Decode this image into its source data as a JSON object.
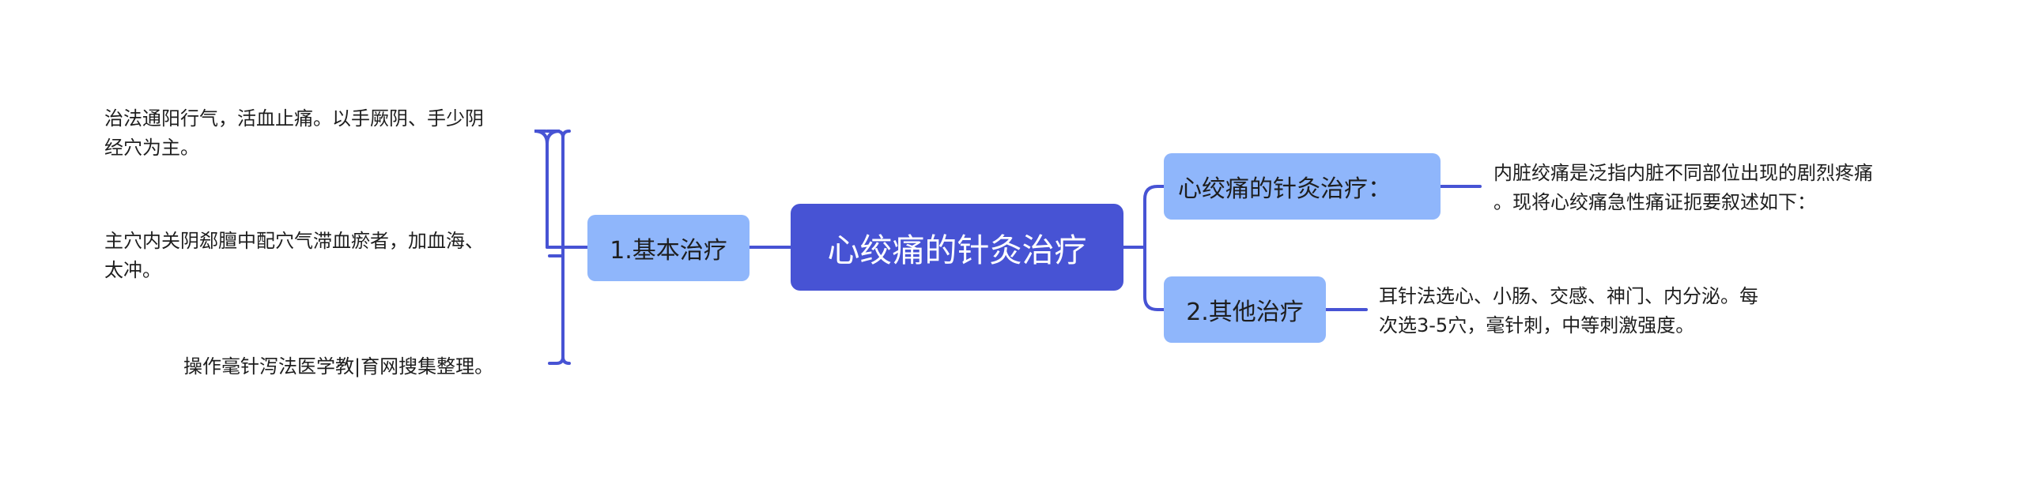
{
  "root": {
    "label": "心绞痛的针灸治疗"
  },
  "left_branch": {
    "label": "1.基本治疗",
    "leaves": [
      {
        "lines": [
          "治法通阳行气，活血止痛。以手厥阴、手少阴",
          "经穴为主。"
        ]
      },
      {
        "lines": [
          "主穴内关阴郄膻中配穴气滞血瘀者，加血海、",
          "太冲。"
        ]
      },
      {
        "lines": [
          "操作毫针泻法医学教|育网搜集整理。"
        ]
      }
    ]
  },
  "right_branches": [
    {
      "label": "心绞痛的针灸治疗：",
      "leaf": {
        "lines": [
          "内脏绞痛是泛指内脏不同部位出现的剧烈疼痛",
          "。现将心绞痛急性痛证扼要叙述如下："
        ]
      }
    },
    {
      "label": "2.其他治疗",
      "leaf": {
        "lines": [
          "耳针法选心、小肠、交感、神门、内分泌。每",
          "次选3-5穴，毫针刺，中等刺激强度。"
        ]
      }
    }
  ],
  "colors": {
    "root_fill": "#4753d4",
    "sub_fill": "#8fb6fb",
    "connector": "#4753d4",
    "text": "#1e1e1e"
  }
}
